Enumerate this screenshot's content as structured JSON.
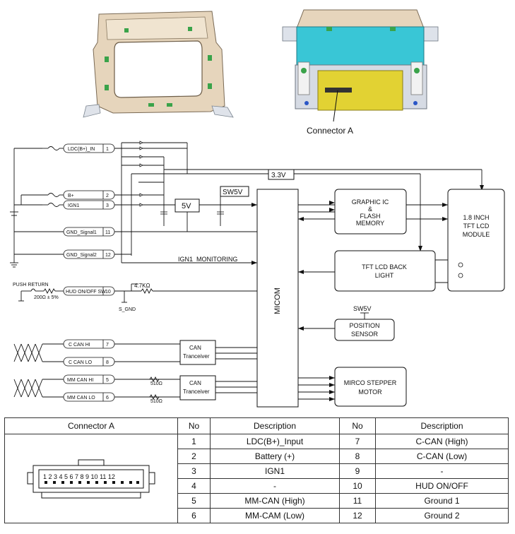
{
  "photos": {
    "connector_caption": "Connector A"
  },
  "schematic": {
    "pins": [
      {
        "label": "LDC(B+)_IN",
        "no": "1"
      },
      {
        "label": "B+",
        "no": "2"
      },
      {
        "label": "IGN1",
        "no": "3"
      },
      {
        "label": "GND_Signal1",
        "no": "11"
      },
      {
        "label": "GND_Signal2",
        "no": "12"
      },
      {
        "label": "HUD ON/OFF SW",
        "no": "10"
      },
      {
        "label": "C CAN HI",
        "no": "7"
      },
      {
        "label": "C CAN LO",
        "no": "8"
      },
      {
        "label": "MM CAN HI",
        "no": "5"
      },
      {
        "label": "MM CAN LO",
        "no": "6"
      }
    ],
    "rail_33v": "3.3V",
    "reg_5v": "5V",
    "sw5v_top": "SW5V",
    "micom": "MICOM",
    "ign1_monitoring": "IGN1_MONITORING",
    "push_return": "PUSH RETURN",
    "resistor_tol": "200Ω ± 5%",
    "pullup": "4.7KΩ",
    "s_gnd": "S_GND",
    "can_transceiver_1": [
      "CAN",
      "Tranceiver"
    ],
    "can_transceiver_2": [
      "CAN",
      "Tranceiver"
    ],
    "term_r1": "510Ω",
    "term_r2": "510Ω",
    "graphic_ic": [
      "GRAPHIC IC",
      "&",
      "FLASH",
      "MEMORY"
    ],
    "tft_module": [
      "1.8 INCH",
      "TFT LCD",
      "MODULE"
    ],
    "backlight": [
      "TFT LCD BACK",
      "LIGHT"
    ],
    "sw5v_pos": "SW5V",
    "position_sensor": [
      "POSITION",
      "SENSOR"
    ],
    "stepper": [
      "MIRCO STEPPER",
      "MOTOR"
    ]
  },
  "table": {
    "headers": [
      "Connector A",
      "No",
      "Description",
      "No",
      "Description"
    ],
    "rows": [
      [
        "1",
        "LDC(B+)_Input",
        "7",
        "C-CAN (High)"
      ],
      [
        "2",
        "Battery (+)",
        "8",
        "C-CAN (Low)"
      ],
      [
        "3",
        "IGN1",
        "9",
        "-"
      ],
      [
        "4",
        "-",
        "10",
        "HUD ON/OFF"
      ],
      [
        "5",
        "MM-CAN (High)",
        "11",
        "Ground 1"
      ],
      [
        "6",
        "MM-CAM (Low)",
        "12",
        "Ground 2"
      ]
    ],
    "connector_pin_numbers": "1 2 3 4 5 6 7 8 9 10 11 12"
  }
}
